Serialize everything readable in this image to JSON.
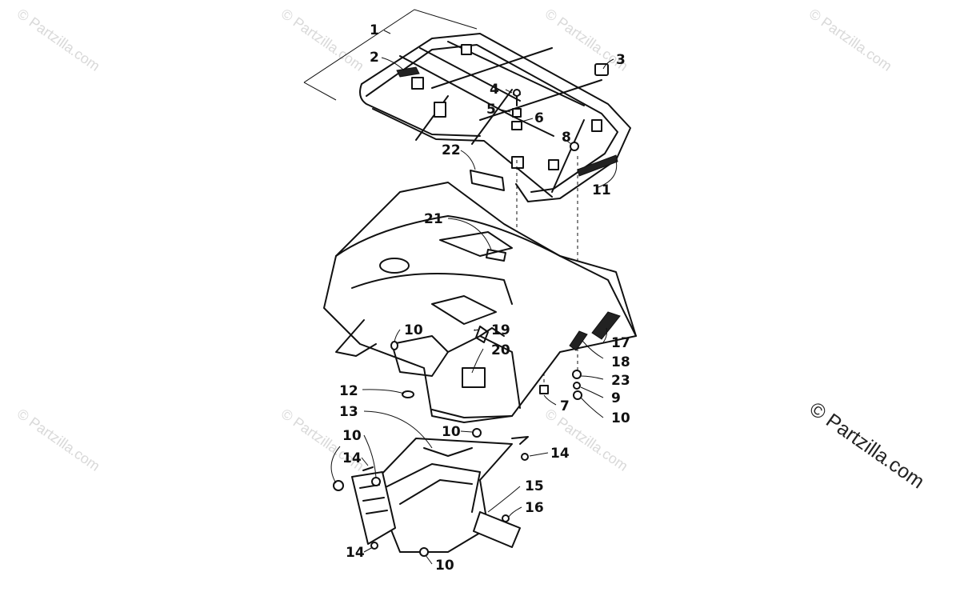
{
  "watermark": {
    "text": "© Partzilla.com"
  },
  "callouts": [
    "1",
    "2",
    "3",
    "4",
    "5",
    "6",
    "7",
    "8",
    "9",
    "10",
    "10",
    "10",
    "10",
    "10",
    "11",
    "12",
    "13",
    "14",
    "14",
    "14",
    "15",
    "16",
    "17",
    "18",
    "19",
    "20",
    "21",
    "22",
    "23"
  ]
}
